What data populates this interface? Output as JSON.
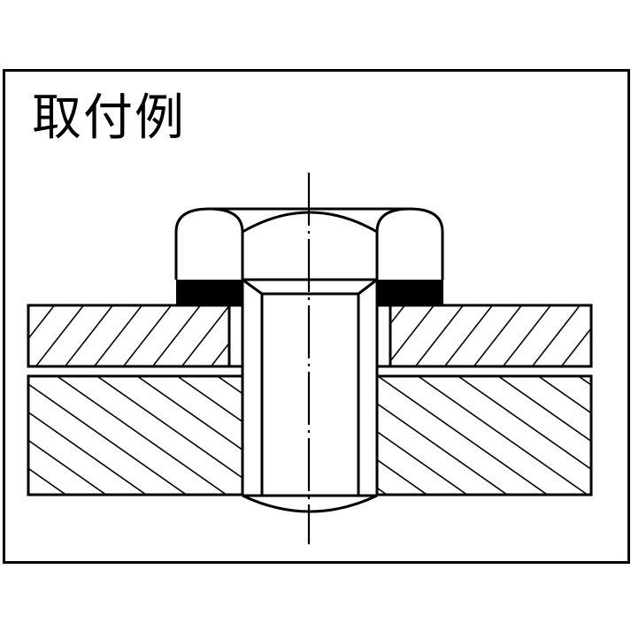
{
  "diagram": {
    "title": "取付例",
    "description": "Installation example: cross-section of a hex flange nut with bolt clamping two hatched plates",
    "components": [
      {
        "name": "hex-nut",
        "note": "domed hex nut with black washer face"
      },
      {
        "name": "bolt",
        "note": "threaded shank passing through both plates"
      },
      {
        "name": "top-plate",
        "hatch": "down-right diagonal"
      },
      {
        "name": "bottom-plate",
        "hatch": "up-right diagonal"
      },
      {
        "name": "center-line",
        "style": "dash-dot"
      }
    ],
    "colors": {
      "line": "#000000",
      "background": "#ffffff",
      "washer_fill": "#000000"
    }
  }
}
